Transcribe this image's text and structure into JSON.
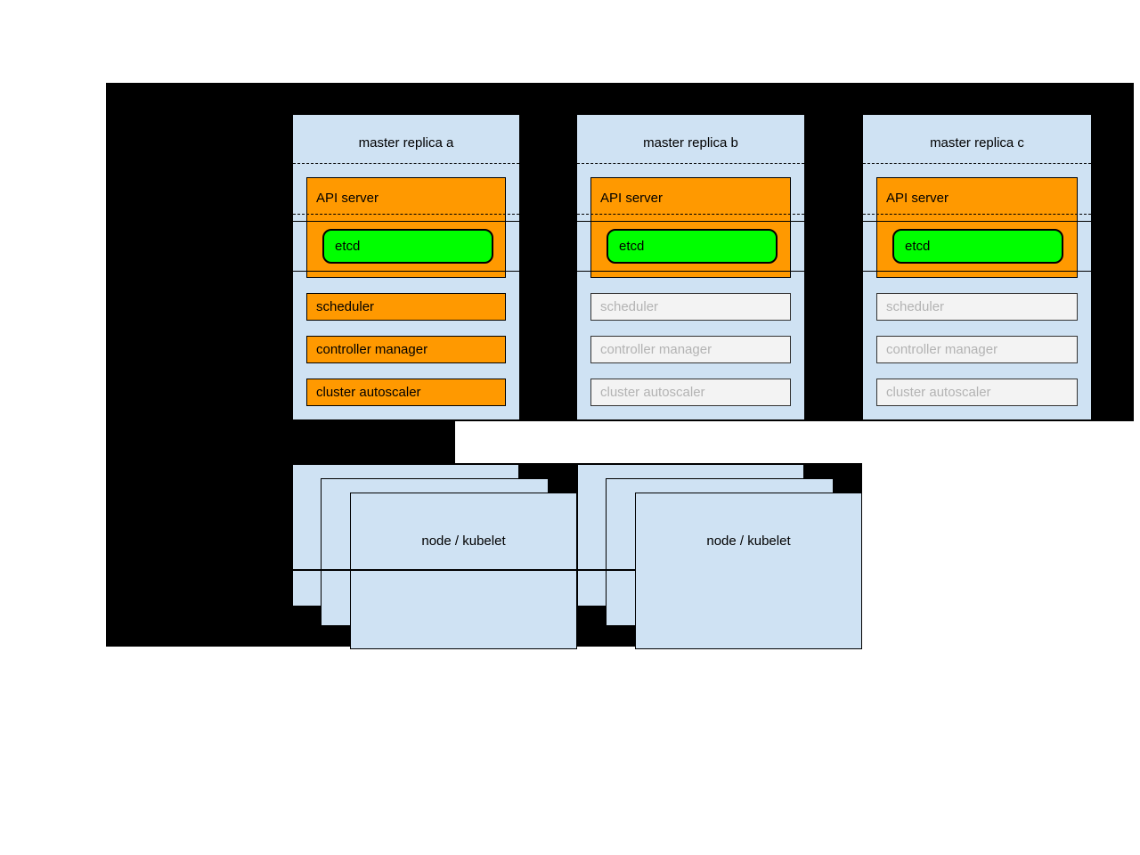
{
  "diagram": {
    "kind": "kubernetes-ha-masters-architecture",
    "colors": {
      "background_black": "#000000",
      "page_white": "#ffffff",
      "box_blue": "#cfe2f3",
      "active_orange": "#ff9900",
      "etcd_green": "#00ff00",
      "inactive_fill": "#f3f3f3",
      "inactive_text": "#b3b3b3",
      "border": "#000000"
    }
  },
  "masters": [
    {
      "title": "master replica a",
      "api_server": "API server",
      "etcd": "etcd",
      "components": [
        {
          "label": "scheduler",
          "state": "active"
        },
        {
          "label": "controller manager",
          "state": "active"
        },
        {
          "label": "cluster autoscaler",
          "state": "active"
        }
      ]
    },
    {
      "title": "master replica b",
      "api_server": "API server",
      "etcd": "etcd",
      "components": [
        {
          "label": "scheduler",
          "state": "inactive"
        },
        {
          "label": "controller manager",
          "state": "inactive"
        },
        {
          "label": "cluster autoscaler",
          "state": "inactive"
        }
      ]
    },
    {
      "title": "master replica c",
      "api_server": "API server",
      "etcd": "etcd",
      "components": [
        {
          "label": "scheduler",
          "state": "inactive"
        },
        {
          "label": "controller manager",
          "state": "inactive"
        },
        {
          "label": "cluster autoscaler",
          "state": "inactive"
        }
      ]
    }
  ],
  "node_stacks": [
    {
      "label": "node / kubelet"
    },
    {
      "label": "node / kubelet"
    }
  ]
}
